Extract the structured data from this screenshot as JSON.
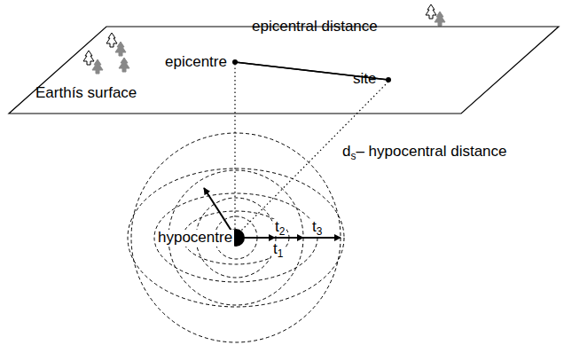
{
  "diagram": {
    "nodes": [
      {
        "text": [
          "Earthís surface"
        ]
      }
    ],
    "labels": [
      "epicentre",
      "epicentral distance",
      "site",
      "ds– hypocentral distance",
      "hypocentre",
      "t2",
      "t1",
      "t3"
    ]
  }
}
